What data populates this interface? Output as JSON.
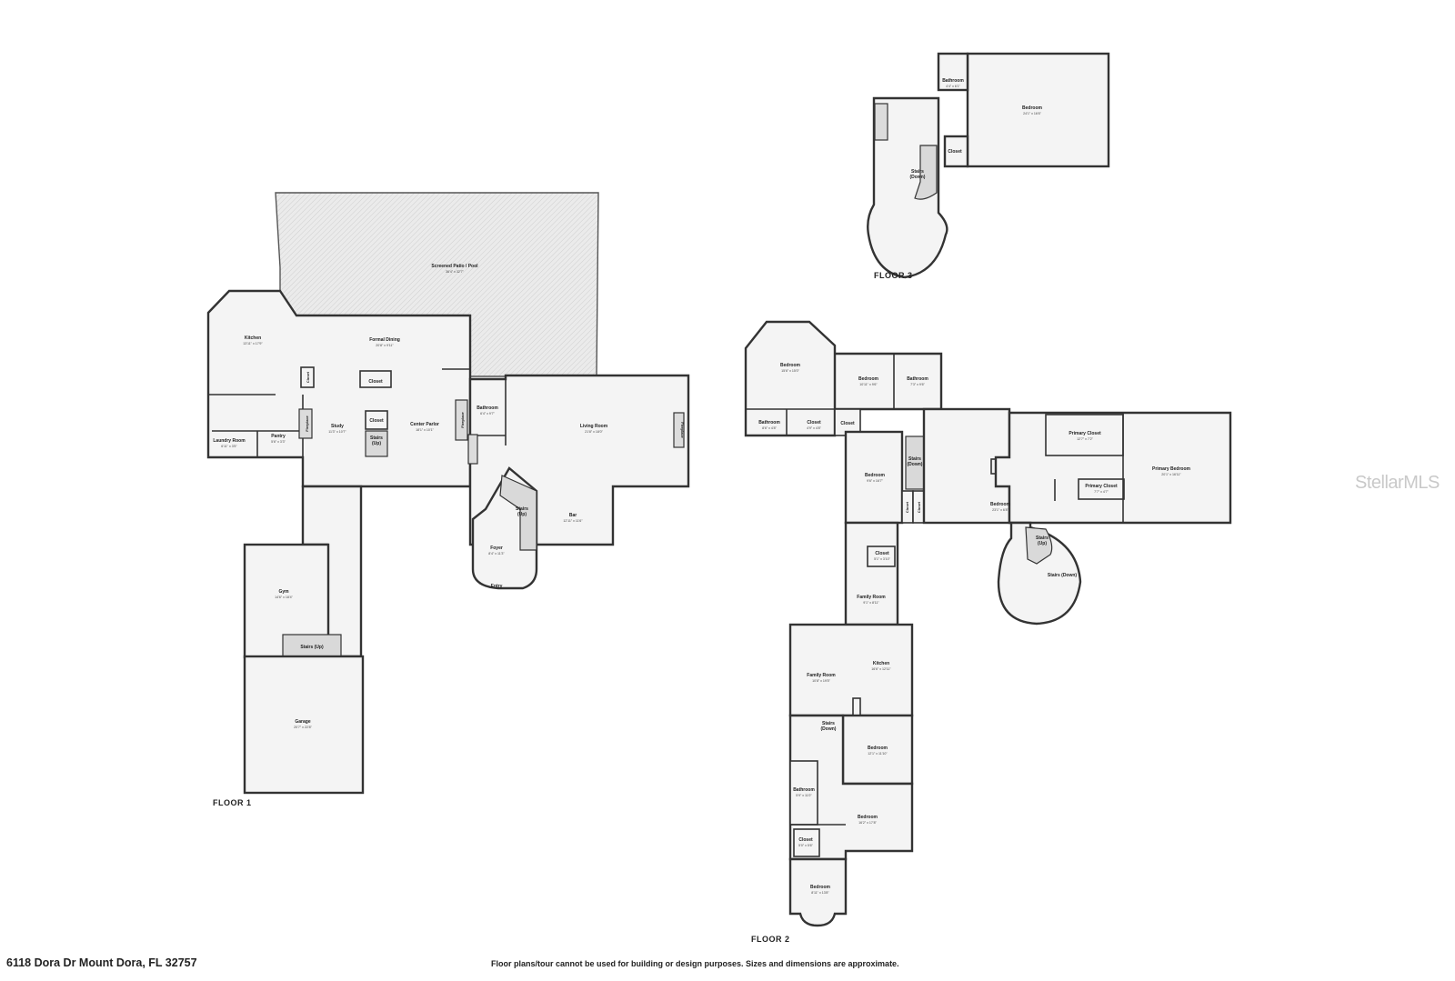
{
  "address": "6118 Dora Dr Mount Dora, FL 32757",
  "disclaimer": "Floor plans/tour cannot be used for building or design purposes. Sizes and dimensions are approximate.",
  "watermark": "StellarMLS",
  "floors": {
    "floor1": {
      "label": "FLOOR 1",
      "rooms": {
        "patio": {
          "name": "Screened Patio / Pool",
          "dims": "36'4\" x 32'7\""
        },
        "kitchen": {
          "name": "Kitchen",
          "dims": "13'11\" x 17'9\""
        },
        "formal_dining": {
          "name": "Formal Dining",
          "dims": "20'8\" x 9'11\""
        },
        "closet_a": {
          "name": "Closet"
        },
        "closet_b": {
          "name": "Closet"
        },
        "closet_c": {
          "name": "Closet"
        },
        "laundry": {
          "name": "Laundry Room",
          "dims": "6'11\" x 3'5\""
        },
        "pantry": {
          "name": "Pantry",
          "dims": "5'6\" x 3'3\""
        },
        "study": {
          "name": "Study",
          "dims": "11'3\" x 10'7\""
        },
        "stairs_up": {
          "name": "Stairs",
          "sub": "(Up)"
        },
        "center_parlor": {
          "name": "Center Parlor",
          "dims": "18'1\" x 10'1\""
        },
        "fireplace_a": {
          "name": "Fireplace"
        },
        "fireplace_b": {
          "name": "Fireplace"
        },
        "fireplace_c": {
          "name": "Fireplace"
        },
        "bathroom": {
          "name": "Bathroom",
          "dims": "6'4\" x 9'7\""
        },
        "living_room": {
          "name": "Living Room",
          "dims": "21'8\" x 18'0\""
        },
        "foyer_stairs": {
          "name": "Stairs",
          "sub": "(Up)"
        },
        "bar": {
          "name": "Bar",
          "dims": "12'11\" x 11'6\""
        },
        "foyer": {
          "name": "Foyer",
          "dims": "8'4\" x 11'3\""
        },
        "entry": {
          "name": "Entry"
        },
        "gym": {
          "name": "Gym",
          "dims": "14'6\" x 18'4\""
        },
        "gym_stairs": {
          "name": "Stairs (Up)"
        },
        "garage": {
          "name": "Garage",
          "dims": "20'7\" x 22'8\""
        }
      }
    },
    "floor2": {
      "label": "FLOOR 2",
      "rooms": {
        "bedroom_nw": {
          "name": "Bedroom",
          "dims": "15'6\" x 15'0\""
        },
        "bedroom_n": {
          "name": "Bedroom",
          "dims": "10'11\" x 9'6\""
        },
        "bathroom_n": {
          "name": "Bathroom",
          "dims": "7'3\" x 9'6\""
        },
        "bathroom_w": {
          "name": "Bathroom",
          "dims": "8'6\" x 4'8\""
        },
        "closet_w": {
          "name": "Closet",
          "dims": "4'9\" x 4'8\""
        },
        "closet_w2": {
          "name": "Closet"
        },
        "primary_closet": {
          "name": "Primary Closet",
          "dims": "12'7\" x 7'2\""
        },
        "primary_bedroom": {
          "name": "Primary Bedroom",
          "dims": "20'1\" x 16'11\""
        },
        "primary_closet2": {
          "name": "Primary Closet",
          "dims": "7'7\" x 4'7\""
        },
        "bedroom_mid": {
          "name": "Bedroom",
          "dims": "9'6\" x 16'7\""
        },
        "stairs_down": {
          "name": "Stairs",
          "sub": "(Down)"
        },
        "closet_v1": {
          "name": "Closet"
        },
        "closet_v2": {
          "name": "Closet"
        },
        "bedroom_center": {
          "name": "Bedroom",
          "dims": "23'1\" x 6'8\""
        },
        "stairs_up": {
          "name": "Stairs",
          "sub": "(Up)"
        },
        "stairs_down2": {
          "name": "Stairs (Down)"
        },
        "closet_s": {
          "name": "Closet",
          "dims": "5'1\" x 3'10\""
        },
        "family_room_1": {
          "name": "Family Room",
          "dims": "9'1\" x 8'11\""
        },
        "family_room_2": {
          "name": "Family Room",
          "dims": "10'8\" x 19'5\""
        },
        "kitchen": {
          "name": "Kitchen",
          "dims": "16'6\" x 12'11\""
        },
        "stairs_down3": {
          "name": "Stairs",
          "sub": "(Down)"
        },
        "bedroom_s1": {
          "name": "Bedroom",
          "dims": "12'1\" x 11'10\""
        },
        "bathroom_s": {
          "name": "Bathroom",
          "dims": "5'9\" x 11'0\""
        },
        "bedroom_s2": {
          "name": "Bedroom",
          "dims": "16'2\" x 17'8\""
        },
        "closet_s2": {
          "name": "Closet",
          "dims": "5'0\" x 5'6\""
        },
        "bedroom_s3": {
          "name": "Bedroom",
          "dims": "8'11\" x 13'8\""
        }
      }
    },
    "floor3": {
      "label": "FLOOR 3",
      "rooms": {
        "bathroom": {
          "name": "Bathroom",
          "dims": "4'4\" x 6'1\""
        },
        "bedroom": {
          "name": "Bedroom",
          "dims": "24'1\" x 16'6\""
        },
        "closet": {
          "name": "Closet"
        },
        "stairs": {
          "name": "Stairs",
          "sub": "(Down)"
        }
      }
    }
  }
}
